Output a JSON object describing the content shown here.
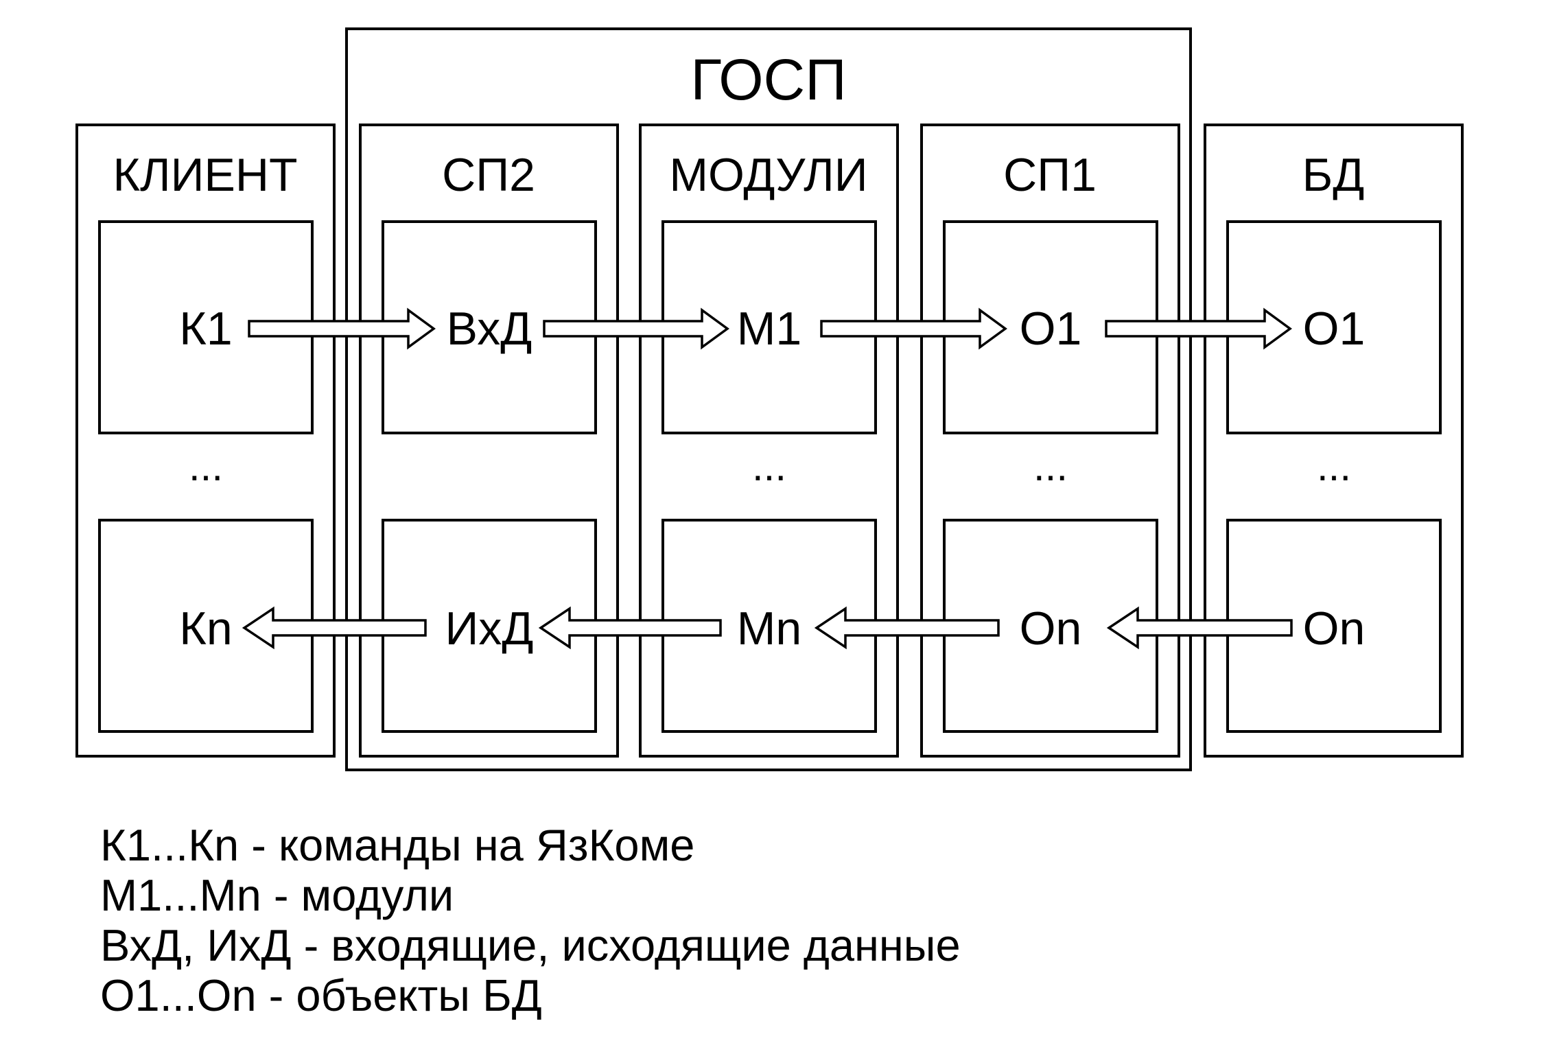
{
  "title": "ГОСП",
  "columns": [
    {
      "title": "КЛИЕНТ",
      "top": "К1",
      "dots": "...",
      "bottom": "Кn"
    },
    {
      "title": "СП2",
      "top": "ВхД",
      "dots": "",
      "bottom": "ИхД"
    },
    {
      "title": "МОДУЛИ",
      "top": "М1",
      "dots": "...",
      "bottom": "Мn"
    },
    {
      "title": "СП1",
      "top": "О1",
      "dots": "...",
      "bottom": "Оn"
    },
    {
      "title": "БД",
      "top": "О1",
      "dots": "...",
      "bottom": "Оn"
    }
  ],
  "legend": [
    "К1...Кn - команды на ЯзКоме",
    "М1...Мn - модули",
    "ВхД, ИхД - входящие, исходящие данные",
    "О1...Оn - объекты БД"
  ]
}
